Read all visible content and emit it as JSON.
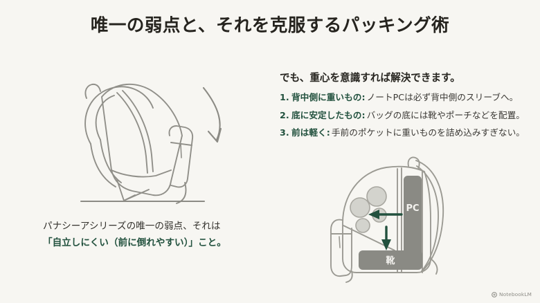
{
  "slide": {
    "title": "唯一の弱点と、それを克服するパッキング術",
    "background_color": "#f7f6f2",
    "accent_green": "#22513e",
    "line_gray": "#8f8f88",
    "fill_gray": "#8a8a84"
  },
  "caption": {
    "line1": "パナシーアシリーズの唯一の弱点、それは",
    "line2": "「自立しにくい（前に倒れやすい）」こと。"
  },
  "right_block": {
    "heading": "でも、重心を意識すれば解決できます。",
    "tips": [
      {
        "num": "1.",
        "lead": "背中側に重いもの:",
        "rest": "ノートPCは必ず背中側のスリーブへ。"
      },
      {
        "num": "2.",
        "lead": "底に安定したもの:",
        "rest": "バッグの底には靴やポーチなどを配置。"
      },
      {
        "num": "3.",
        "lead": "前は軽く:",
        "rest": "手前のポケットに重いものを詰め込みすぎない。"
      }
    ]
  },
  "diagram": {
    "pc_label": "PC",
    "shoes_label": "靴"
  },
  "watermark": {
    "label": "NotebookLM"
  }
}
